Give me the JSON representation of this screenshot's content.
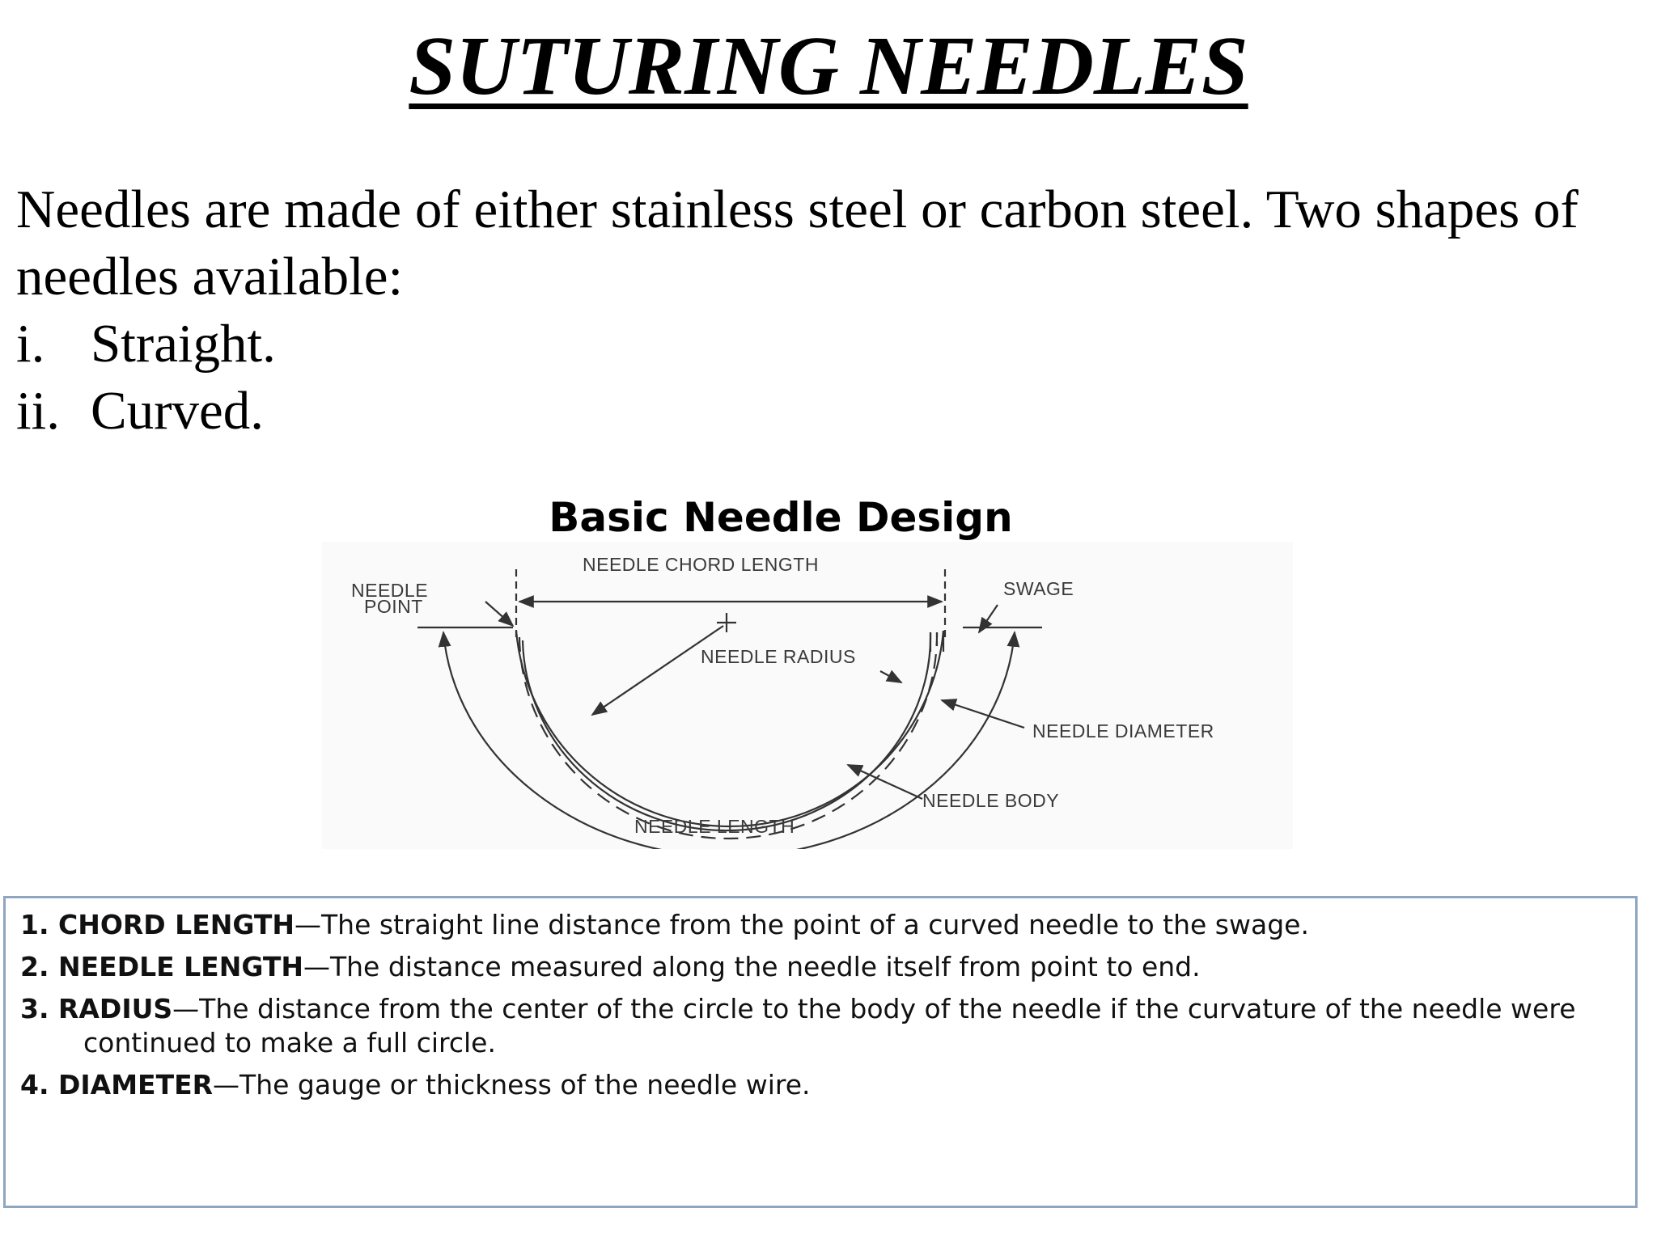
{
  "title": "SUTURING NEEDLES",
  "intro": "Needles are made of either stainless steel or carbon steel. Two shapes of needles available:",
  "shapes": [
    {
      "num": "i.",
      "label": "Straight."
    },
    {
      "num": "ii.",
      "label": "Curved."
    }
  ],
  "figure": {
    "title": "Basic Needle Design",
    "labels": {
      "chord_length": "NEEDLE CHORD LENGTH",
      "point_line1": "NEEDLE",
      "point_line2": "POINT",
      "swage": "SWAGE",
      "radius": "NEEDLE RADIUS",
      "diameter": "NEEDLE DIAMETER",
      "body": "NEEDLE BODY",
      "length": "NEEDLE LENGTH"
    }
  },
  "definitions": [
    {
      "term": "1. CHORD LENGTH",
      "text": "—The straight line distance from the point of a curved needle to the swage."
    },
    {
      "term": "2. NEEDLE LENGTH",
      "text": "—The distance measured along the needle itself from point to end."
    },
    {
      "term": "3. RADIUS",
      "text": "—The distance from the center of the circle to the body of the needle if the curvature of the needle were continued to make a full circle."
    },
    {
      "term": "4. DIAMETER",
      "text": "—The gauge or thickness of the needle wire."
    }
  ]
}
